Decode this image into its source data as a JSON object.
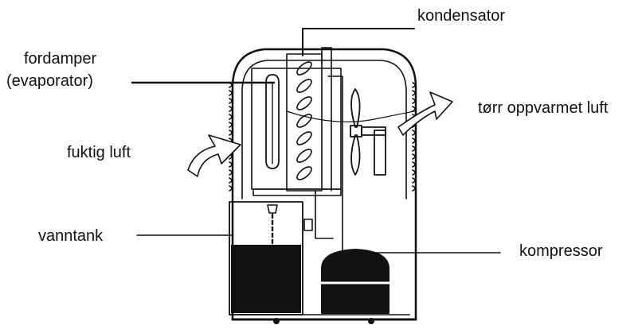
{
  "labels": {
    "kondensator": "kondensator",
    "fordamper_line1": "fordamper",
    "fordamper_line2": "(evaporator)",
    "tor_luft": "tørr oppvarmet luft",
    "fuktig_luft": "fuktig luft",
    "vanntank": "vanntank",
    "kompressor": "kompressor"
  },
  "colors": {
    "ink": "#111111",
    "background": "#ffffff"
  }
}
